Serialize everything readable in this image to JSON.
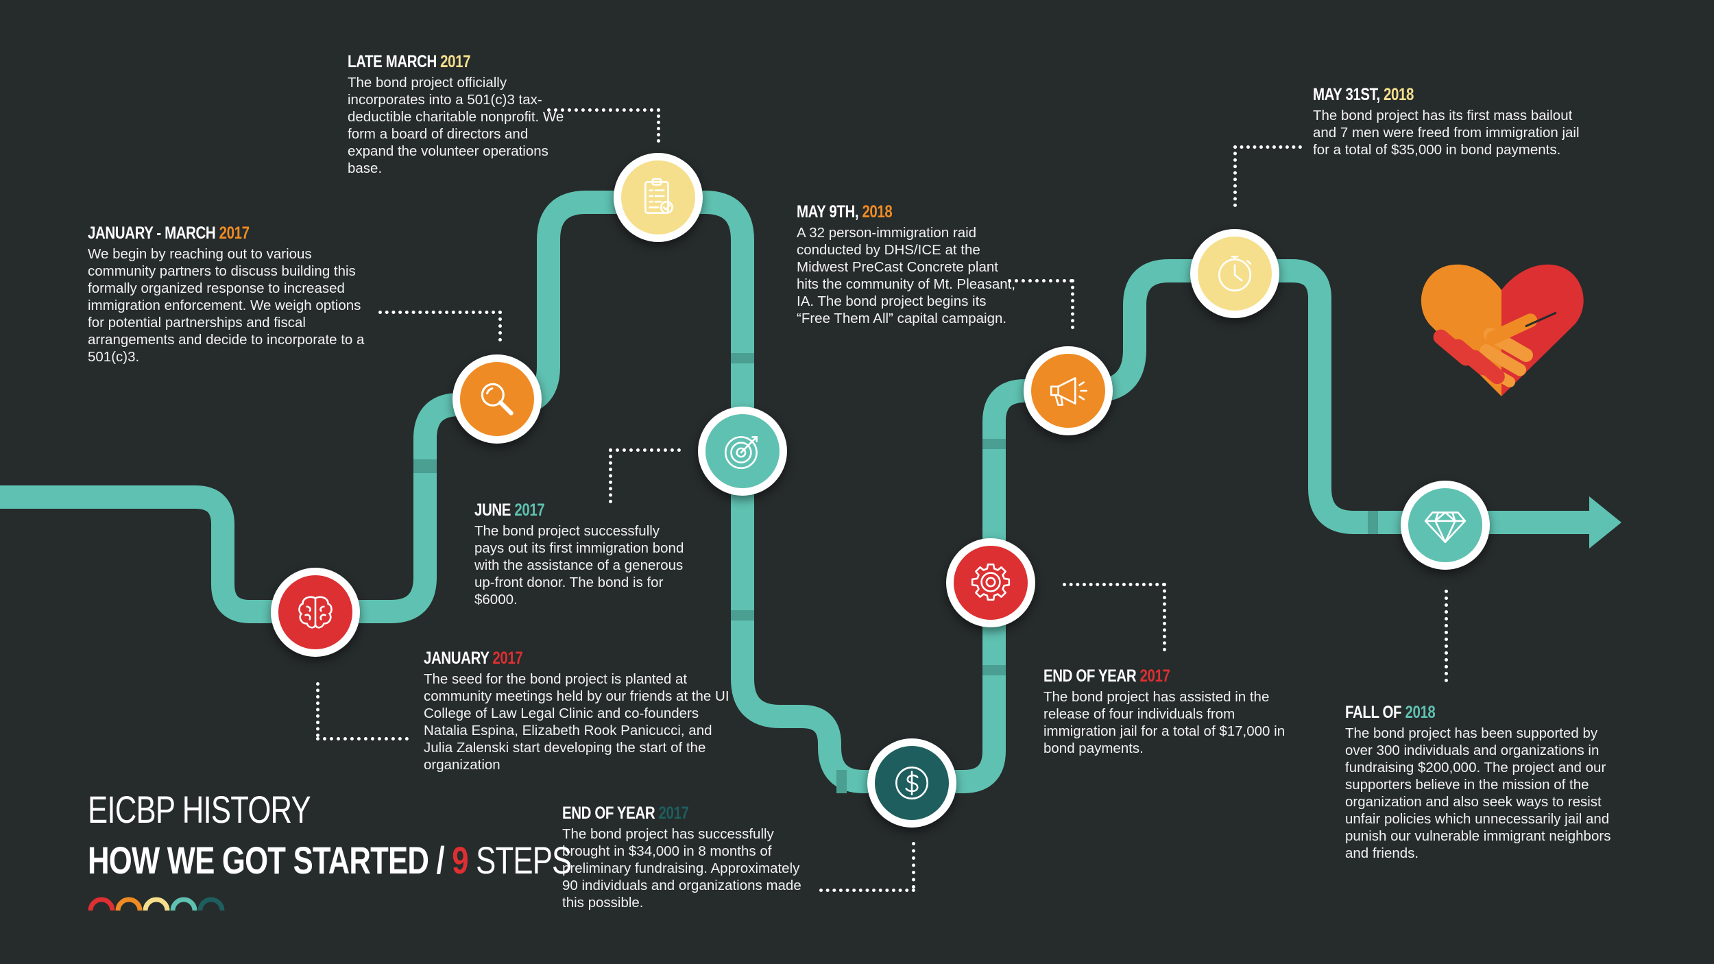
{
  "colors": {
    "background": "#262b2b",
    "track": "#5fc1b1",
    "red": "#dc3032",
    "orange": "#ef8b24",
    "yellow": "#f6df8c",
    "teal": "#5fc1b1",
    "dark_teal": "#1e5e5e"
  },
  "title": {
    "line1": "EICBP HISTORY",
    "line2_prefix": "HOW WE GOT STARTED /",
    "line2_number": "9",
    "line2_suffix": "STEPS"
  },
  "steps": [
    {
      "head": "JANUARY",
      "year": "2017",
      "year_color": "#dc3032",
      "icon": "brain-icon",
      "body": "The seed for the bond project is planted at community meetings held by our friends at the UI College of Law Legal Clinic and co-founders Natalia Espina, Elizabeth Rook Panicucci, and Julia Zalenski start developing the start of the organization"
    },
    {
      "head": "JANUARY - MARCH",
      "year": "2017",
      "year_color": "#ef8b24",
      "icon": "magnifier-icon",
      "body": "We begin by reaching out to various community partners to discuss building this formally organized response to increased immigration enforcement. We weigh options for potential partnerships and fiscal arrangements and decide to incorporate to a 501(c)3."
    },
    {
      "head": "LATE MARCH",
      "year": "2017",
      "year_color": "#f6df8c",
      "icon": "clipboard-icon",
      "body": "The bond project officially incorporates into a 501(c)3 tax-deductible charitable nonprofit. We form a board of directors and expand the volunteer operations base."
    },
    {
      "head": "JUNE",
      "year": "2017",
      "year_color": "#5fc1b1",
      "icon": "target-icon",
      "body": "The bond project successfully pays out its first immigration bond with the assistance of a generous up-front donor. The bond is for $6000."
    },
    {
      "head": "END OF YEAR",
      "year": "2017",
      "year_color": "#1e5e5e",
      "icon": "dollar-icon",
      "body": "The bond project has successfully brought in $34,000 in 8 months of preliminary fundraising. Approximately 90 individuals and organizations made this possible."
    },
    {
      "head": "END OF YEAR",
      "year": "2017",
      "year_color": "#dc3032",
      "icon": "gear-icon",
      "body": "The bond project has assisted in the release of four individuals from immigration jail for a total of $17,000 in bond payments."
    },
    {
      "head": "MAY 9TH,",
      "year": "2018",
      "year_color": "#ef8b24",
      "icon": "megaphone-icon",
      "body": "A 32 person-immigration raid conducted by DHS/ICE at the Midwest PreCast Concrete plant hits the community of Mt. Pleasant, IA. The bond project begins its “Free Them All” capital campaign."
    },
    {
      "head": "MAY 31ST,",
      "year": "2018",
      "year_color": "#f6df8c",
      "icon": "clock-icon",
      "body": "The bond project has its first mass bailout and 7 men were freed from immigration jail for a total of $35,000 in bond payments."
    },
    {
      "head": "FALL OF",
      "year": "2018",
      "year_color": "#5fc1b1",
      "icon": "diamond-icon",
      "body": "The bond project has been supported by over 300 individuals and organizations in fundraising $200,000. The project and our supporters believe in the mission of the organization and also seek ways to resist unfair policies which unnecessarily jail and punish our vulnerable immigrant neighbors and friends."
    }
  ],
  "logo": {
    "icon": "heart-handshake-icon"
  }
}
